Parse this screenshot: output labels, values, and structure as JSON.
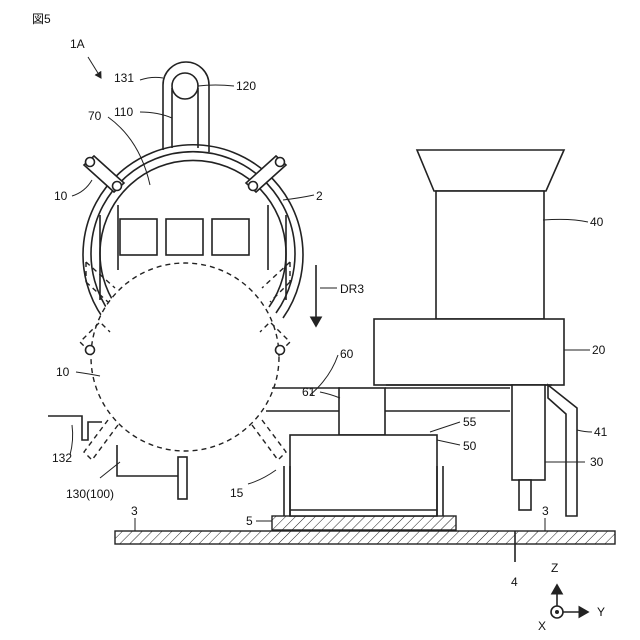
{
  "figure_label": "図5",
  "device_label": "1A",
  "labels": {
    "l131": "131",
    "l120": "120",
    "l110": "110",
    "l70": "70",
    "l10a": "10",
    "l2": "2",
    "l40": "40",
    "lDR3": "DR3",
    "l60": "60",
    "l20": "20",
    "l10b": "10",
    "l61": "61",
    "l55": "55",
    "l50": "50",
    "l41": "41",
    "l132": "132",
    "l30": "30",
    "l130": "130(100)",
    "l15": "15",
    "l5": "5",
    "l3a": "3",
    "l3b": "3",
    "l4": "4"
  },
  "axes": {
    "z": "Z",
    "y": "Y",
    "x": "X"
  }
}
